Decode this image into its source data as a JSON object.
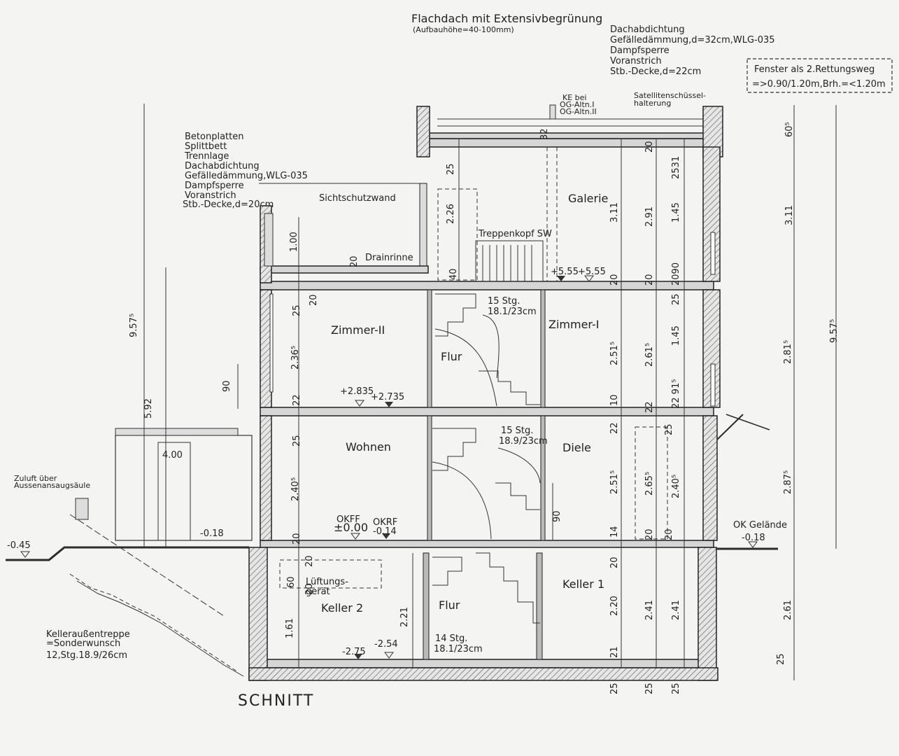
{
  "title": "SCHNITT",
  "roof": {
    "heading": "Flachdach mit Extensivbegrünung",
    "sub": "(Aufbauhöhe=40-100mm)",
    "layers": [
      "Dachabdichtung",
      "Gefälledämmung,d=32cm,WLG-035",
      "Dampfsperre",
      "Voranstrich",
      "Stb.-Decke,d=22cm"
    ]
  },
  "notice": {
    "line1": "Fenster als 2.Rettungsweg",
    "line2": "=>0.90/1.20m,Brh.=<1.20m"
  },
  "terrace": {
    "layers": [
      "Betonplatten",
      "Splittbett",
      "Trennlage",
      "Dachabdichtung",
      "Gefälledämmung,WLG-035",
      "Dampfsperre",
      "Voranstrich",
      "Stb.-Decke,d=20cm"
    ]
  },
  "notes": {
    "ke": [
      "KE bei",
      "OG-Altn.I",
      "OG-Altn.II"
    ],
    "sat": [
      "Satellitenschüssel-",
      "halterung"
    ],
    "sichtschutz": "Sichtschutzwand",
    "drain": "Drainrinne",
    "treppenkopf": "Treppenkopf SW",
    "zuluft": [
      "Zuluft über",
      "Aussenansaugsäule"
    ],
    "lueftung": [
      "Lüftungs-",
      "gerät"
    ],
    "kellertreppe": [
      "Kelleraußentreppe",
      "=Sonderwunsch",
      "12,Stg.18.9/26cm"
    ],
    "ok_gelaende": "OK Gelände"
  },
  "rooms": {
    "galerie": "Galerie",
    "zimmer2": "Zimmer-II",
    "zimmer1": "Zimmer-I",
    "flur_og": "Flur",
    "wohnen": "Wohnen",
    "diele": "Diele",
    "keller2": "Keller 2",
    "keller1": "Keller 1",
    "flur_kg": "Flur"
  },
  "stairs": {
    "og": [
      "15 Stg.",
      "18.1/23cm"
    ],
    "eg": [
      "15 Stg.",
      "18.9/23cm"
    ],
    "kg": [
      "14 Stg.",
      "18.1/23cm"
    ]
  },
  "levels": {
    "l555a": "+5.55",
    "l555b": "+5.55",
    "l2835": "+2.835",
    "l2735": "+2.735",
    "okff": "OKFF",
    "l000": "±0.00",
    "okrf": "OKRF",
    "l014": "-0.14",
    "l018_garage": "-0.18",
    "l018_right": "-0.18",
    "l045": "-0.45",
    "l275": "-2.75",
    "l254": "-2.54",
    "garage": "4.00"
  },
  "dims": {
    "d957_left": "9.57⁵",
    "d592": "5.92",
    "d100": "1.00",
    "d90a": "90",
    "d90b": "90",
    "d25a": "25",
    "d20a": "20",
    "d236": "2.36⁵",
    "d22a": "22",
    "d25b": "25",
    "d240a": "2.40⁵",
    "d20b": "20",
    "d20c": "20",
    "d60": "60",
    "d20d": "20",
    "d161": "1.61",
    "d32": "32",
    "d25c": "25",
    "d226": "2.26",
    "d40": "40",
    "d20e": "20",
    "d221": "2.21",
    "d311a": "3.11",
    "d20f": "20",
    "d251a": "2.51⁵",
    "d10": "10",
    "d22b": "22",
    "d251b": "2.51⁵",
    "d14": "14",
    "d20g": "20",
    "d220": "2.20",
    "d21": "21",
    "d25d": "25",
    "d20h": "20",
    "d291": "2.91",
    "d20i": "20",
    "d261": "2.61⁵",
    "d22c": "22",
    "d265": "2.65⁵",
    "d20j": "20",
    "d241a": "2.41",
    "d25e": "25",
    "d2531": "2531",
    "d145a": "1.45",
    "d2090": "2090",
    "d25f": "25",
    "d145b": "1.45",
    "d2291": "22  91⁵",
    "d25g": "25",
    "d240b": "2.40⁵",
    "d20k": "20",
    "d241b": "2.41",
    "d25h": "25",
    "r60": "60⁵",
    "r311": "3.11",
    "r281": "2.81⁵",
    "r287": "2.87⁵",
    "r261": "2.61",
    "r25": "25",
    "r957": "9.57⁵"
  }
}
